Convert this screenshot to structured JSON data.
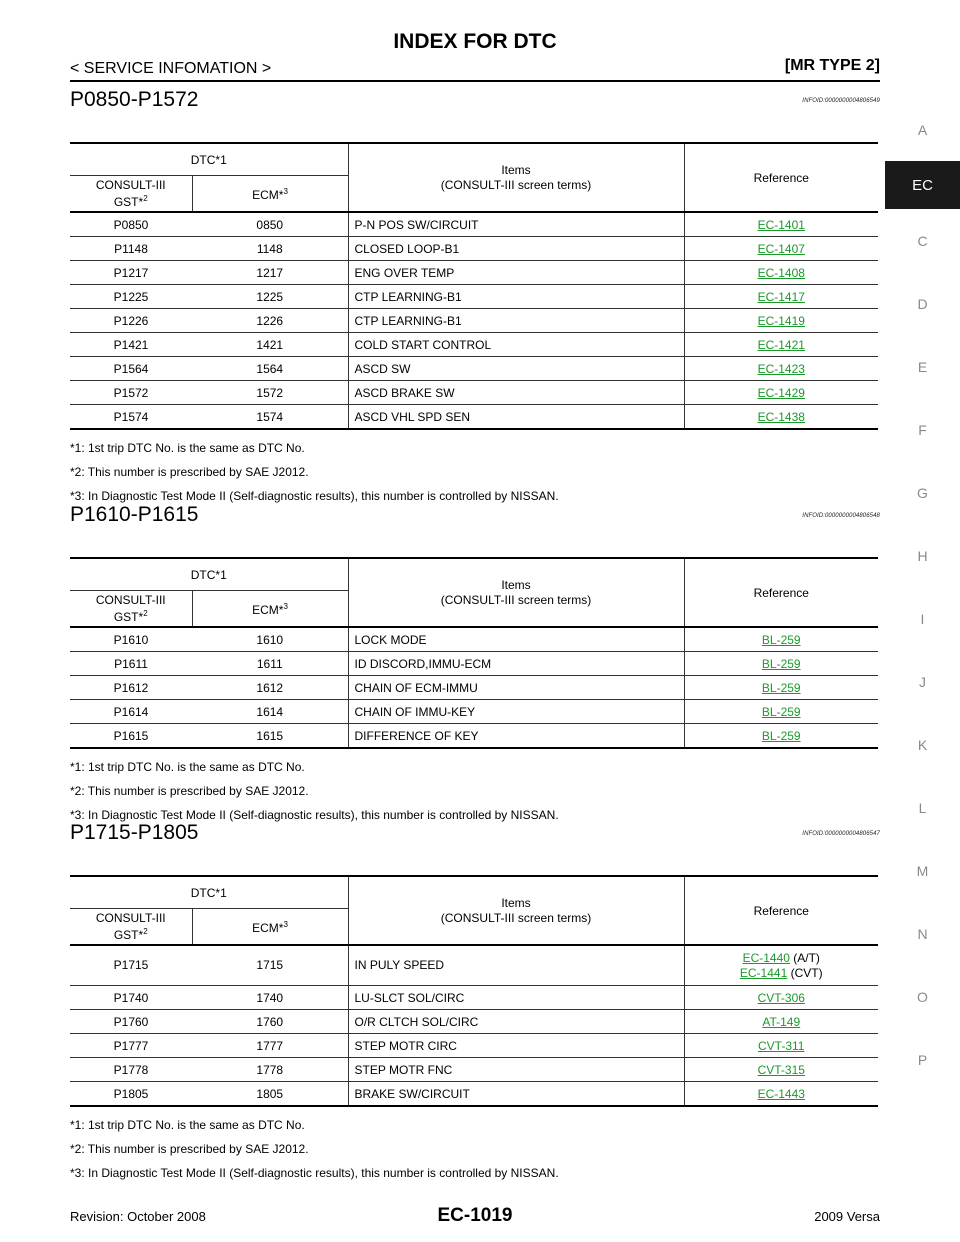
{
  "header": {
    "title": "INDEX FOR DTC",
    "left": "< SERVICE INFOMATION >",
    "right": "[MR TYPE 2]"
  },
  "tabs": [
    "A",
    "EC",
    "C",
    "D",
    "E",
    "F",
    "G",
    "H",
    "I",
    "J",
    "K",
    "L",
    "M",
    "N",
    "O",
    "P"
  ],
  "active_tab": "EC",
  "table_headers": {
    "dtc": "DTC*1",
    "consult": "CONSULT-III",
    "gst": "GST*",
    "gst_sup": "2",
    "ecm": "ECM*",
    "ecm_sup": "3",
    "items_line1": "Items",
    "items_line2": "(CONSULT-III screen terms)",
    "reference": "Reference"
  },
  "notes": [
    "*1: 1st trip DTC No. is the same as DTC No.",
    "*2: This number is prescribed by SAE J2012.",
    "*3: In Diagnostic Test Mode II (Self-diagnostic results), this number is controlled by NISSAN."
  ],
  "sections": [
    {
      "title": "P0850-P1572",
      "info_id": "INFOID:0000000004806549",
      "rows": [
        {
          "gst": "P0850",
          "ecm": "0850",
          "item": "P-N POS SW/CIRCUIT",
          "ref": "EC-1401"
        },
        {
          "gst": "P1148",
          "ecm": "1148",
          "item": "CLOSED LOOP-B1",
          "ref": "EC-1407"
        },
        {
          "gst": "P1217",
          "ecm": "1217",
          "item": "ENG OVER TEMP",
          "ref": "EC-1408"
        },
        {
          "gst": "P1225",
          "ecm": "1225",
          "item": "CTP LEARNING-B1",
          "ref": "EC-1417"
        },
        {
          "gst": "P1226",
          "ecm": "1226",
          "item": "CTP LEARNING-B1",
          "ref": "EC-1419"
        },
        {
          "gst": "P1421",
          "ecm": "1421",
          "item": "COLD START CONTROL",
          "ref": "EC-1421"
        },
        {
          "gst": "P1564",
          "ecm": "1564",
          "item": "ASCD SW",
          "ref": "EC-1423"
        },
        {
          "gst": "P1572",
          "ecm": "1572",
          "item": "ASCD BRAKE SW",
          "ref": "EC-1429"
        },
        {
          "gst": "P1574",
          "ecm": "1574",
          "item": "ASCD VHL SPD SEN",
          "ref": "EC-1438"
        }
      ]
    },
    {
      "title": "P1610-P1615",
      "info_id": "INFOID:0000000004806548",
      "rows": [
        {
          "gst": "P1610",
          "ecm": "1610",
          "item": "LOCK MODE",
          "ref": "BL-259"
        },
        {
          "gst": "P1611",
          "ecm": "1611",
          "item": "ID DISCORD,IMMU-ECM",
          "ref": "BL-259"
        },
        {
          "gst": "P1612",
          "ecm": "1612",
          "item": "CHAIN OF ECM-IMMU",
          "ref": "BL-259"
        },
        {
          "gst": "P1614",
          "ecm": "1614",
          "item": "CHAIN OF IMMU-KEY",
          "ref": "BL-259"
        },
        {
          "gst": "P1615",
          "ecm": "1615",
          "item": "DIFFERENCE OF KEY",
          "ref": "BL-259"
        }
      ]
    },
    {
      "title": "P1715-P1805",
      "info_id": "INFOID:0000000004806547",
      "rows": [
        {
          "gst": "P1715",
          "ecm": "1715",
          "item": "IN PULY SPEED",
          "ref": "EC-1440",
          "ref_suffix": " (A/T)",
          "ref2": "EC-1441",
          "ref2_suffix": " (CVT)"
        },
        {
          "gst": "P1740",
          "ecm": "1740",
          "item": "LU-SLCT SOL/CIRC",
          "ref": "CVT-306"
        },
        {
          "gst": "P1760",
          "ecm": "1760",
          "item": "O/R CLTCH SOL/CIRC",
          "ref": "AT-149"
        },
        {
          "gst": "P1777",
          "ecm": "1777",
          "item": "STEP MOTR CIRC",
          "ref": "CVT-311"
        },
        {
          "gst": "P1778",
          "ecm": "1778",
          "item": "STEP MOTR FNC",
          "ref": "CVT-315"
        },
        {
          "gst": "P1805",
          "ecm": "1805",
          "item": "BRAKE SW/CIRCUIT",
          "ref": "EC-1443"
        }
      ]
    }
  ],
  "footer": {
    "revision": "Revision: October 2008",
    "page": "EC-1019",
    "model": "2009 Versa"
  }
}
